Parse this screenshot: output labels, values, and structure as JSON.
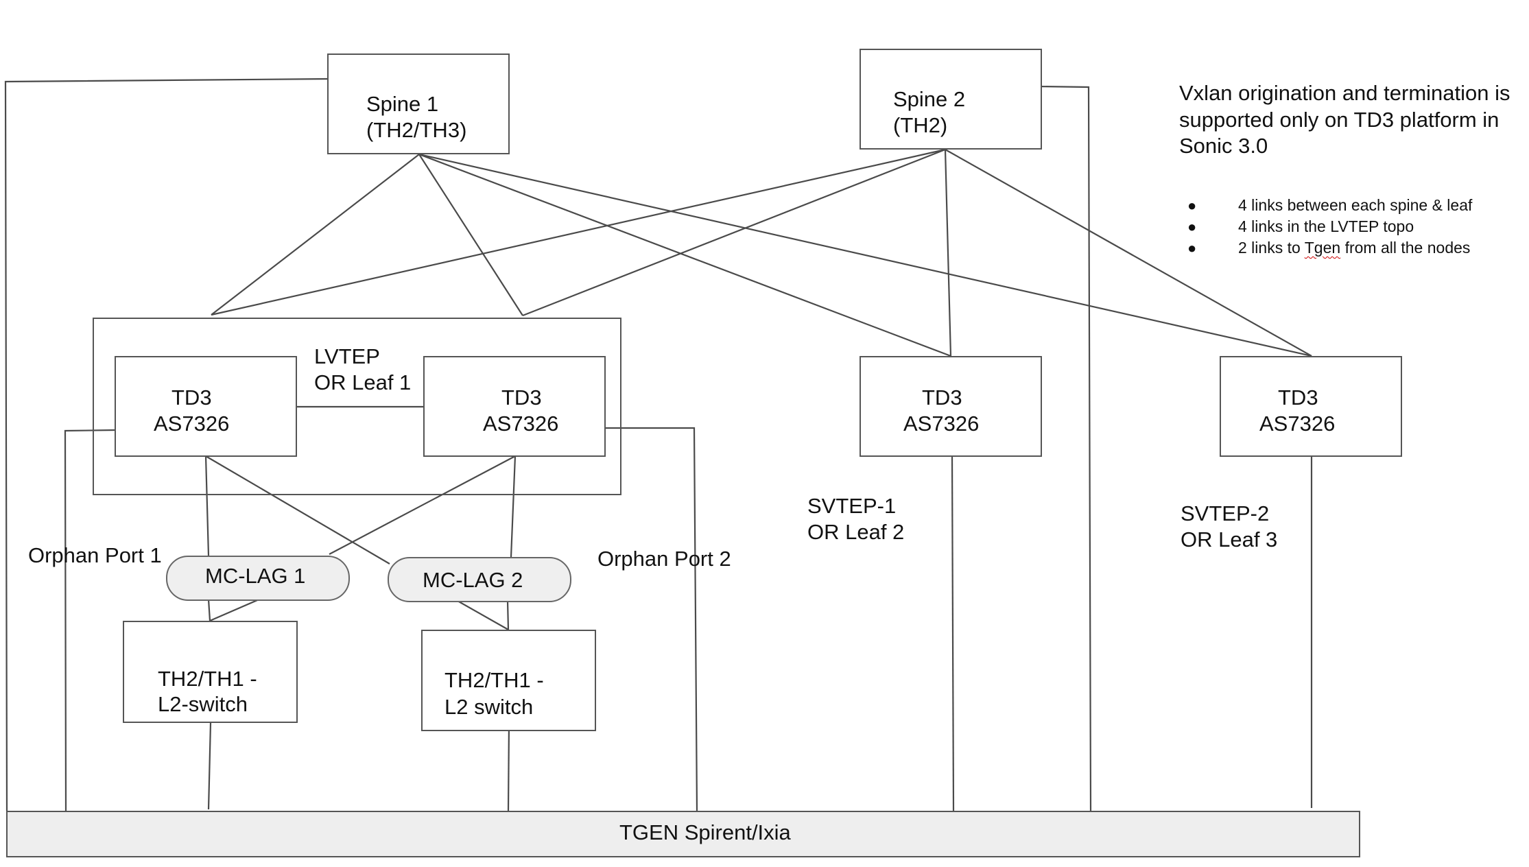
{
  "nodes": {
    "spine1": {
      "line1": "Spine 1",
      "line2": "(TH2/TH3)"
    },
    "spine2": {
      "line1": "Spine 2",
      "line2": "(TH2)"
    },
    "lvtep_label": {
      "line1": "LVTEP",
      "line2": "OR Leaf 1"
    },
    "leaf1a": {
      "line1": "TD3",
      "line2": "AS7326"
    },
    "leaf1b": {
      "line1": "TD3",
      "line2": "AS7326"
    },
    "svtep1": {
      "line1": "TD3",
      "line2": "AS7326"
    },
    "svtep2": {
      "line1": "TD3",
      "line2": "AS7326"
    },
    "svtep1_label": {
      "line1": "SVTEP-1",
      "line2": "OR Leaf 2"
    },
    "svtep2_label": {
      "line1": "SVTEP-2",
      "line2": "OR Leaf 3"
    },
    "mclag1": "MC-LAG 1",
    "mclag2": "MC-LAG 2",
    "orphan1": "Orphan Port 1",
    "orphan2": "Orphan Port 2",
    "l2sw1": {
      "line1": "TH2/TH1 -",
      "line2": "L2-switch"
    },
    "l2sw2": {
      "line1": "TH2/TH1 -",
      "line2": "L2 switch"
    },
    "tgen": "TGEN Spirent/Ixia"
  },
  "notes": {
    "line1": "Vxlan origination and termination is",
    "line2": "supported only on TD3 platform in",
    "line3": "Sonic 3.0",
    "bullets": [
      {
        "text": "4 links between each spine & leaf"
      },
      {
        "text": "4 links in the LVTEP topo"
      },
      {
        "pre": "2 links to ",
        "emph": "Tgen",
        "post": " from all the nodes"
      }
    ],
    "bullet_glyph": "●"
  },
  "colors": {
    "line": "#4a4a4a",
    "box_border": "#555555",
    "pill_fill": "#efefef",
    "tgen_fill": "#eeeeee"
  }
}
